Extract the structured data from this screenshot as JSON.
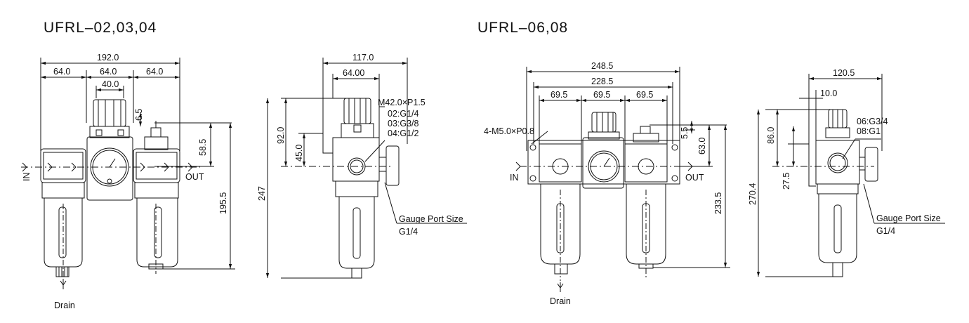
{
  "titles": {
    "left": "UFRL–02,03,04",
    "right": "UFRL–06,08"
  },
  "small": {
    "front": {
      "overall_width": "192.0",
      "section_1": "64.0",
      "section_2": "64.0",
      "section_3": "64.0",
      "knob_width": "40.0",
      "knob_offset": "6.5",
      "port_height": "58.5",
      "total_height": "195.5",
      "in_label": "IN",
      "out_label": "OUT",
      "drain_label": "Drain"
    },
    "side": {
      "overall_width": "117.0",
      "body_width": "64.00",
      "thread": "M42.0×P1.5",
      "ports": [
        "02:G1/4",
        "03:G3/8",
        "04:G1/2"
      ],
      "upper_height": "92.0",
      "mount_height": "45.0",
      "total_height": "247",
      "gauge_port_label": "Gauge Port Size",
      "gauge_port_value": "G1/4"
    }
  },
  "large": {
    "front": {
      "overall_width": "248.5",
      "mount_width": "228.5",
      "section_1": "69.5",
      "section_2": "69.5",
      "section_3": "69.5",
      "mount_hole": "4-M5.0×P0.8",
      "knob_offset": "5.5",
      "port_height": "63.0",
      "total_height": "233.5",
      "in_label": "IN",
      "out_label": "OUT",
      "drain_label": "Drain"
    },
    "side": {
      "overall_width": "120.5",
      "offset": "10.0",
      "ports": [
        "06:G3/4",
        "08:G1"
      ],
      "upper_height": "86.0",
      "mount_height": "27.5",
      "total_height": "270.4",
      "gauge_port_label": "Gauge Port Size",
      "gauge_port_value": "G1/4"
    }
  }
}
